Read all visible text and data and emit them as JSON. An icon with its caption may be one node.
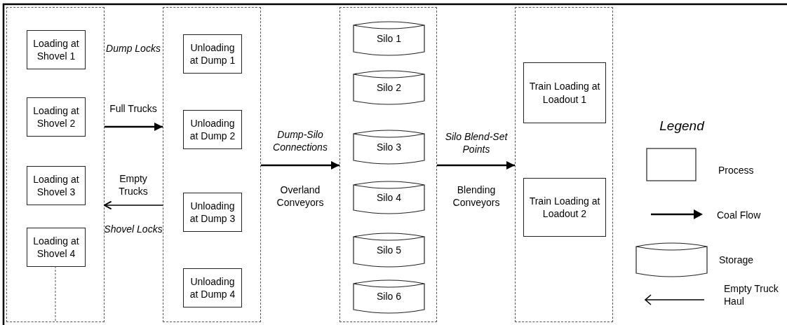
{
  "diagram": {
    "nodes": [
      {
        "text": [],
        "shape": "box"
      },
      {
        "text": [
          "Loading at Shovel 1"
        ],
        "in": 0
      },
      {
        "text": [
          "Loading at Shovel 2"
        ],
        "in": 0
      },
      {
        "text": [
          "Loading at Shovel 3"
        ],
        "in": 0
      },
      {
        "text": [
          "Loading at Shovel 4"
        ],
        "in": 0
      },
      {
        "text": [],
        "shape": "box"
      },
      {
        "text": [
          "Unloading at Dump 1"
        ],
        "in": 5
      },
      {
        "text": [
          "Unloading at Dump 2"
        ],
        "in": 5
      },
      {
        "text": [
          "Unloading at Dump 3"
        ],
        "in": 5
      },
      {
        "text": [
          "Unloading at Dump 4"
        ],
        "in": 5
      },
      {
        "text": [],
        "shape": "box"
      },
      {
        "text": [
          "Silo 1"
        ],
        "in": 10
      },
      {
        "text": [
          "Silo 2"
        ],
        "in": 10
      },
      {
        "text": [
          "Silo 3"
        ],
        "in": 10
      },
      {
        "text": [
          "Silo 4"
        ],
        "in": 10
      },
      {
        "text": [
          "Silo 5"
        ],
        "in": 10
      },
      {
        "text": [
          "Silo 6"
        ],
        "in": 10
      },
      {
        "text": [],
        "shape": "box"
      },
      {
        "text": [
          "Train Loading at Loadout 1"
        ],
        "in": 17
      },
      {
        "text": [
          "Train Loading at Loadout 2"
        ],
        "in": 17
      }
    ],
    "edges": [
      {
        "from": 0,
        "to": 5,
        "arrow": "to",
        "label": "Full Trucks"
      },
      {
        "from": 5,
        "to": 0,
        "arrow": "to",
        "label": "Empty Trucks"
      },
      {
        "from": 5,
        "to": 10,
        "arrow": "to",
        "label": "Overland Conveyors"
      },
      {
        "from": 10,
        "to": 17,
        "arrow": "to",
        "label": "Blending Conveyors"
      },
      {
        "from": 4,
        "to": 0,
        "arrow": "none",
        "style": "dashed",
        "color": "#555555"
      }
    ],
    "labels": [
      "Dump Locks",
      "Shovel Locks",
      "Dump-Silo Connections",
      "Silo Blend-Set Points",
      "Legend"
    ],
    "legend": [
      {
        "text": "Process"
      },
      {
        "text": "Coal Flow"
      },
      {
        "text": "Storage"
      },
      {
        "text": "Empty Truck Haul"
      }
    ]
  }
}
